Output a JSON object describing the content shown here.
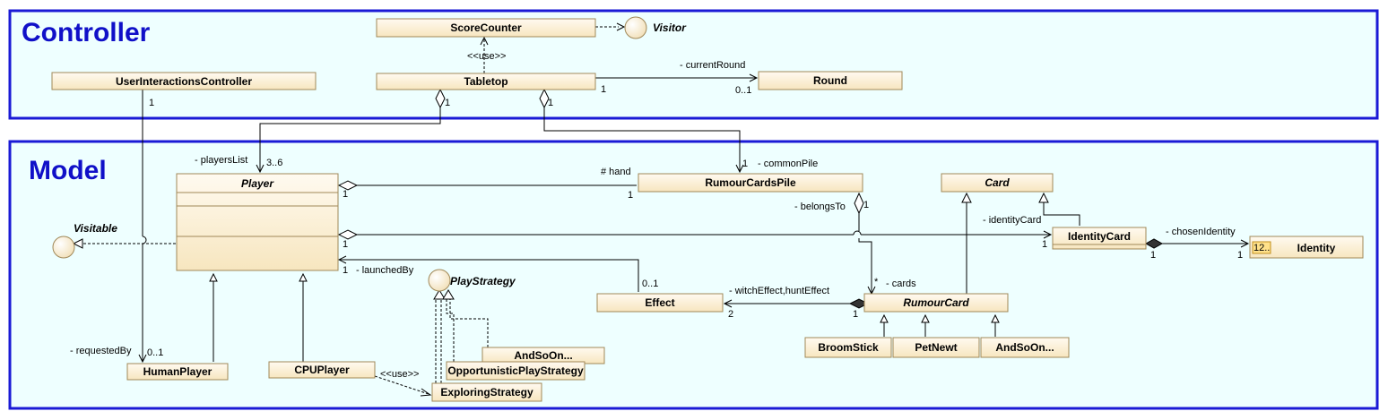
{
  "packages": {
    "controller": "Controller",
    "model": "Model"
  },
  "classes": {
    "score_counter": "ScoreCounter",
    "visitor": "Visitor",
    "user_interactions_controller": "UserInteractionsController",
    "tabletop": "Tabletop",
    "round": "Round",
    "player": "Player",
    "rumour_cards_pile": "RumourCardsPile",
    "card": "Card",
    "identity_card": "IdentityCard",
    "identity": "Identity",
    "visitable": "Visitable",
    "play_strategy": "PlayStrategy",
    "effect": "Effect",
    "rumour_card": "RumourCard",
    "broom_stick": "BroomStick",
    "pet_newt": "PetNewt",
    "and_so_on_cards": "AndSoOn...",
    "human_player": "HumanPlayer",
    "cpu_player": "CPUPlayer",
    "and_so_on_strategy": "AndSoOn...",
    "opportunistic_play_strategy": "OpportunisticPlayStrategy",
    "exploring_strategy": "ExploringStrategy",
    "enum_badge": "12.."
  },
  "labels": {
    "use_1": "<<use>>",
    "use_2": "<<use>>",
    "current_round": "- currentRound",
    "mult_1a": "1",
    "mult_01a": "0..1",
    "uic_1": "1",
    "tabletop_1a": "1",
    "tabletop_1b": "1",
    "players_list": "- playersList",
    "mult_36": "3..6",
    "hand": "# hand",
    "player_1a": "1",
    "pile_1a": "1",
    "pile_1b": "1",
    "common_pile": "- commonPile",
    "belongs_to": "- belongsTo",
    "belongs_to_1": "1",
    "identity_card_lbl": "- identityCard",
    "player_1b": "1",
    "identitycard_1": "1",
    "chosen_identity": "- chosenIdentity",
    "ic_1": "1",
    "identity_1": "1",
    "player_1c": "1",
    "launched_by": "- launchedBy",
    "effect_01": "0..1",
    "cards_star": "*",
    "cards": "- cards",
    "witch_hunt": "- witchEffect,huntEffect",
    "effect_2": "2",
    "rumour_1": "1",
    "requested_by": "- requestedBy",
    "human_01": "0..1"
  },
  "colors": {
    "package_border": "#1a1ad6",
    "package_fill": "#eeffff",
    "package_title": "#1010c8",
    "class_fill": "#fdf3d8",
    "class_border": "#a08858",
    "line": "#000000"
  }
}
